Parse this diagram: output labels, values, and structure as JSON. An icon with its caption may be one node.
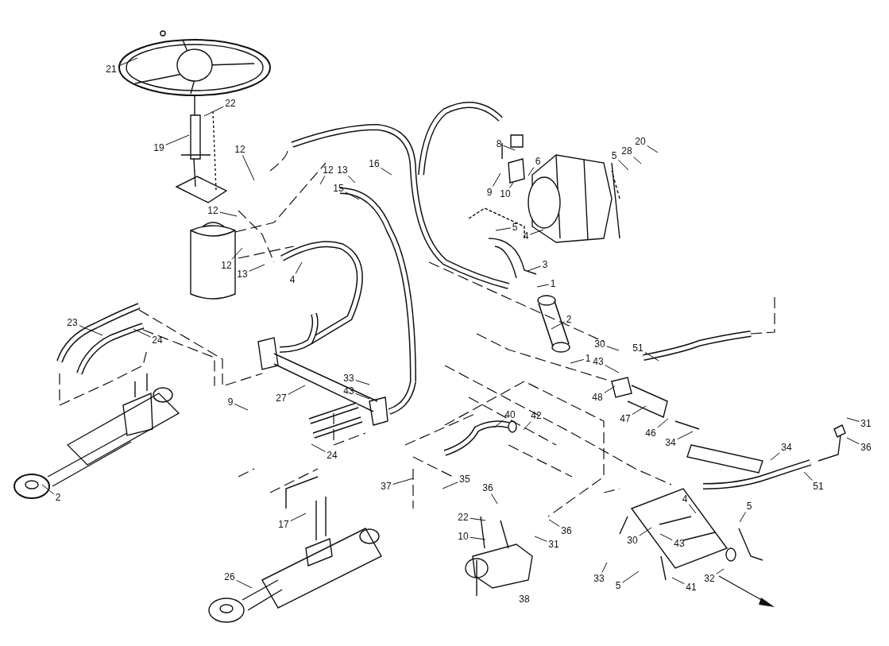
{
  "diagram": {
    "nodes": [
      {
        "text": [
          "21"
        ]
      },
      {
        "text": [
          "22"
        ]
      },
      {
        "text": [
          "19"
        ]
      },
      {
        "text": [
          "12"
        ]
      },
      {
        "text": [
          "12"
        ]
      },
      {
        "text": [
          "13"
        ]
      },
      {
        "text": [
          "16"
        ]
      },
      {
        "text": [
          "15"
        ]
      },
      {
        "text": [
          "12"
        ]
      },
      {
        "text": [
          "12"
        ]
      },
      {
        "text": [
          "13"
        ]
      },
      {
        "text": [
          "4"
        ]
      },
      {
        "text": [
          "8"
        ]
      },
      {
        "text": [
          "6"
        ]
      },
      {
        "text": [
          "9"
        ]
      },
      {
        "text": [
          "10"
        ]
      },
      {
        "text": [
          "5"
        ]
      },
      {
        "text": [
          "28"
        ]
      },
      {
        "text": [
          "20"
        ]
      },
      {
        "text": [
          "5"
        ]
      },
      {
        "text": [
          "4"
        ]
      },
      {
        "text": [
          "3"
        ]
      },
      {
        "text": [
          "1"
        ]
      },
      {
        "text": [
          "2"
        ]
      },
      {
        "text": [
          "1"
        ]
      },
      {
        "text": [
          "30"
        ]
      },
      {
        "text": [
          "43"
        ]
      },
      {
        "text": [
          "51"
        ]
      },
      {
        "text": [
          "23"
        ]
      },
      {
        "text": [
          "24"
        ]
      },
      {
        "text": [
          "9"
        ]
      },
      {
        "text": [
          "27"
        ]
      },
      {
        "text": [
          "33"
        ]
      },
      {
        "text": [
          "43"
        ]
      },
      {
        "text": [
          "24"
        ]
      },
      {
        "text": [
          "2"
        ]
      },
      {
        "text": [
          "17"
        ]
      },
      {
        "text": [
          "26"
        ]
      },
      {
        "text": [
          "37"
        ]
      },
      {
        "text": [
          "40"
        ]
      },
      {
        "text": [
          "42"
        ]
      },
      {
        "text": [
          "48"
        ]
      },
      {
        "text": [
          "47"
        ]
      },
      {
        "text": [
          "46"
        ]
      },
      {
        "text": [
          "34"
        ]
      },
      {
        "text": [
          "35"
        ]
      },
      {
        "text": [
          "36"
        ]
      },
      {
        "text": [
          "22"
        ]
      },
      {
        "text": [
          "10"
        ]
      },
      {
        "text": [
          "31"
        ]
      },
      {
        "text": [
          "36"
        ]
      },
      {
        "text": [
          "34"
        ]
      },
      {
        "text": [
          "51"
        ]
      },
      {
        "text": [
          "36"
        ]
      },
      {
        "text": [
          "31"
        ]
      },
      {
        "text": [
          "4"
        ]
      },
      {
        "text": [
          "5"
        ]
      },
      {
        "text": [
          "30"
        ]
      },
      {
        "text": [
          "43"
        ]
      },
      {
        "text": [
          "33"
        ]
      },
      {
        "text": [
          "5"
        ]
      },
      {
        "text": [
          "41"
        ]
      },
      {
        "text": [
          "32"
        ]
      }
    ],
    "edges": [
      {
        "from": 0,
        "to": null,
        "arrow": "none"
      },
      {
        "from": 1,
        "to": null,
        "arrow": "none"
      },
      {
        "from": 2,
        "to": null,
        "arrow": "none"
      },
      {
        "from": 3,
        "to": null,
        "arrow": "none"
      },
      {
        "from": 4,
        "to": null,
        "arrow": "none"
      },
      {
        "from": 5,
        "to": null,
        "arrow": "none"
      },
      {
        "from": 6,
        "to": null,
        "arrow": "none"
      },
      {
        "from": 7,
        "to": null,
        "arrow": "none"
      },
      {
        "from": 8,
        "to": null,
        "arrow": "none"
      },
      {
        "from": 9,
        "to": null,
        "arrow": "none"
      },
      {
        "from": 10,
        "to": null,
        "arrow": "none"
      },
      {
        "from": 11,
        "to": null,
        "arrow": "none"
      },
      {
        "from": 12,
        "to": null,
        "arrow": "none"
      },
      {
        "from": 13,
        "to": null,
        "arrow": "none"
      },
      {
        "from": 14,
        "to": null,
        "arrow": "none"
      },
      {
        "from": 15,
        "to": null,
        "arrow": "none"
      },
      {
        "from": 16,
        "to": null,
        "arrow": "none"
      },
      {
        "from": 17,
        "to": null,
        "arrow": "none"
      },
      {
        "from": 18,
        "to": null,
        "arrow": "none"
      },
      {
        "from": 19,
        "to": null,
        "arrow": "none"
      },
      {
        "from": 20,
        "to": null,
        "arrow": "none"
      },
      {
        "from": 21,
        "to": null,
        "arrow": "none"
      },
      {
        "from": 22,
        "to": null,
        "arrow": "none"
      },
      {
        "from": 23,
        "to": null,
        "arrow": "none"
      },
      {
        "from": 24,
        "to": null,
        "arrow": "none"
      },
      {
        "from": 25,
        "to": null,
        "arrow": "none"
      },
      {
        "from": 26,
        "to": null,
        "arrow": "none"
      },
      {
        "from": 27,
        "to": null,
        "arrow": "none"
      },
      {
        "from": 28,
        "to": null,
        "arrow": "none"
      },
      {
        "from": 29,
        "to": null,
        "arrow": "none"
      },
      {
        "from": 30,
        "to": null,
        "arrow": "none"
      },
      {
        "from": 31,
        "to": null,
        "arrow": "none"
      },
      {
        "from": 32,
        "to": null,
        "arrow": "none"
      },
      {
        "from": 33,
        "to": null,
        "arrow": "none"
      },
      {
        "from": 34,
        "to": null,
        "arrow": "none"
      },
      {
        "from": 35,
        "to": null,
        "arrow": "none"
      },
      {
        "from": 36,
        "to": null,
        "arrow": "none"
      },
      {
        "from": 37,
        "to": null,
        "arrow": "none"
      },
      {
        "from": 38,
        "to": null,
        "arrow": "none"
      },
      {
        "from": 39,
        "to": null,
        "arrow": "none"
      },
      {
        "from": 40,
        "to": null,
        "arrow": "none"
      },
      {
        "from": 41,
        "to": null,
        "arrow": "none"
      },
      {
        "from": 42,
        "to": null,
        "arrow": "none"
      },
      {
        "from": 43,
        "to": null,
        "arrow": "none"
      },
      {
        "from": 44,
        "to": null,
        "arrow": "none"
      },
      {
        "from": 45,
        "to": null,
        "arrow": "none"
      },
      {
        "from": 46,
        "to": null,
        "arrow": "none"
      },
      {
        "from": 47,
        "to": null,
        "arrow": "none"
      },
      {
        "from": 48,
        "to": null,
        "arrow": "none"
      },
      {
        "from": 49,
        "to": null,
        "arrow": "none"
      },
      {
        "from": 50,
        "to": null,
        "arrow": "none"
      },
      {
        "from": 51,
        "to": null,
        "arrow": "none"
      },
      {
        "from": 52,
        "to": null,
        "arrow": "none"
      },
      {
        "from": 53,
        "to": null,
        "arrow": "none"
      },
      {
        "from": 54,
        "to": null,
        "arrow": "none"
      },
      {
        "from": 55,
        "to": null,
        "arrow": "none"
      },
      {
        "from": 56,
        "to": null,
        "arrow": "none"
      },
      {
        "from": 57,
        "to": null,
        "arrow": "none"
      },
      {
        "from": 58,
        "to": null,
        "arrow": "none"
      },
      {
        "from": 59,
        "to": null,
        "arrow": "none"
      },
      {
        "from": 60,
        "to": null,
        "arrow": "none"
      },
      {
        "from": 61,
        "to": null,
        "arrow": "none"
      },
      {
        "from": 62,
        "to": null,
        "arrow": "none"
      }
    ],
    "labels": [
      "38"
    ]
  }
}
